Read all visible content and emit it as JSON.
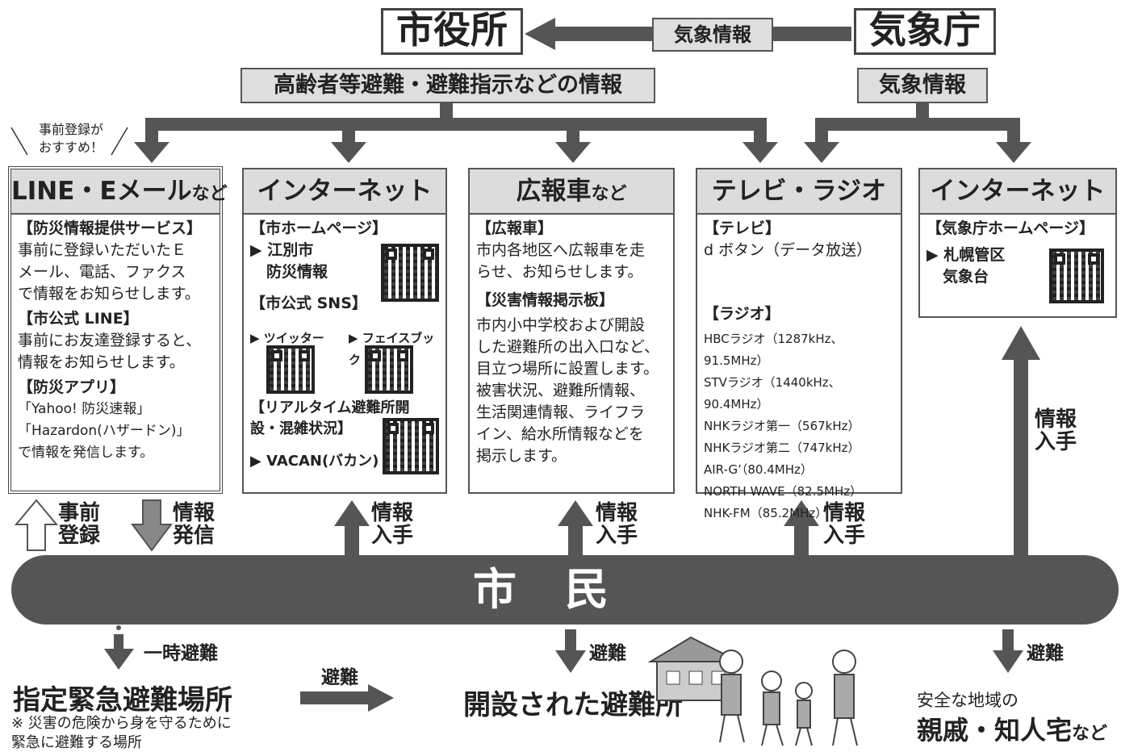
{
  "top": {
    "city_hall": "市役所",
    "jma": "気象庁",
    "weather_info_top": "気象情報",
    "evac_info": "高齢者等避難・避難指示などの情報",
    "weather_info_right": "気象情報"
  },
  "note": {
    "line1": "事前登録が",
    "line2": "おすすめ！"
  },
  "col1": {
    "head": "LINE・Eメール",
    "head_suffix": "など",
    "s1_title": "【防災情報提供サービス】",
    "s1_text": [
      "事前に登録いただいたＥ",
      "メール、電話、ファクス",
      "で情報をお知らせします。"
    ],
    "s2_title": "【市公式 LINE】",
    "s2_text": [
      "事前にお友達登録すると、",
      "情報をお知らせします。"
    ],
    "s3_title": "【防災アプリ】",
    "s3_text": [
      "「Yahoo! 防災速報」",
      "「Hazardon(ハザードン)」",
      "で情報を発信します。"
    ]
  },
  "col2": {
    "head": "インターネット",
    "s1_title": "【市ホームページ】",
    "s1_link1": "▶ 江別市",
    "s1_link2": "防災情報",
    "s2_title": "【市公式 SNS】",
    "s2_twitter": "▶ ツイッター",
    "s2_facebook": "▶ フェイスブック",
    "s3_title1": "【リアルタイム避難所開",
    "s3_title2": "設・混雑状況】",
    "s3_link": "▶ VACAN(バカン)"
  },
  "col3": {
    "head": "広報車",
    "head_suffix": "など",
    "s1_title": "【広報車】",
    "s1_text": [
      "市内各地区へ広報車を走",
      "らせ、お知らせします。"
    ],
    "s2_title": "【災害情報掲示板】",
    "s2_text": [
      "市内小中学校および開設",
      "した避難所の出入口など、",
      "目立つ場所に設置します。",
      "被害状況、避難所情報、",
      "生活関連情報、ライフラ",
      "イン、給水所情報などを",
      "掲示します。"
    ]
  },
  "col4": {
    "head": "テレビ・ラジオ",
    "s1_title": "【テレビ】",
    "s1_text": "d ボタン（データ放送）",
    "s2_title": "【ラジオ】",
    "radio": [
      "HBCラジオ（1287kHz、91.5MHz）",
      "STVラジオ（1440kHz、90.4MHz）",
      "NHKラジオ第一（567kHz）",
      "NHKラジオ第二（747kHz）",
      "AIR-G’（80.4MHz）",
      "NORTH WAVE（82.5MHz）",
      "NHK-FM（85.2MHz）"
    ]
  },
  "col5": {
    "head": "インターネット",
    "s1_title": "【気象庁ホームページ】",
    "s1_link1": "▶ 札幌管区",
    "s1_link2": "気象台"
  },
  "mid": {
    "pre_reg1": "事前",
    "pre_reg2": "登録",
    "send1": "情報",
    "send2": "発信",
    "get1": "情報",
    "get2": "入手"
  },
  "citizens": "市民",
  "bottom": {
    "temp_evac": "一時避難",
    "designated": "指定緊急避難場所",
    "note1": "※ 災害の危険から身を守るために",
    "note2": "緊急に避難する場所",
    "evac": "避難",
    "opened": "開設された避難所",
    "evac_mid": "避難",
    "evac_right": "避難",
    "safe1": "安全な地域の",
    "safe2": "親戚・知人宅",
    "safe2_suffix": "など"
  }
}
